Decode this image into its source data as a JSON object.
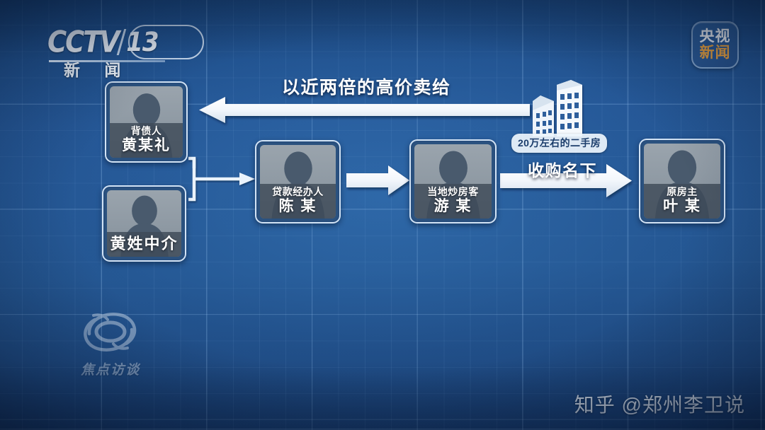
{
  "channel": {
    "logo_text": "CCTV",
    "logo_number": "13",
    "logo_sub": "新 闻"
  },
  "news_badge": {
    "line1": "央视",
    "line2": "新闻",
    "color_line2": "#f2a53c"
  },
  "diagram": {
    "title_label": "以近两倍的高价卖给",
    "acquire_label": "收购名下",
    "house_label": "20万左右的二手房",
    "house_icon": "building-icon",
    "cards": [
      {
        "role": "背债人",
        "name": "黄某礼",
        "single": false
      },
      {
        "role": "",
        "name": "黄姓中介",
        "single": true
      },
      {
        "role": "贷款经办人",
        "name": "陈 某",
        "single": false
      },
      {
        "role": "当地炒房客",
        "name": "游 某",
        "single": false
      },
      {
        "role": "原房主",
        "name": "叶 某",
        "single": false
      }
    ]
  },
  "watermarks": {
    "program": "焦点访谈",
    "program_icon": "focus-swirl-icon",
    "zhihu": "知乎 @郑州李卫说"
  },
  "colors": {
    "background": "#24558f",
    "arrow": "#f0f5fb",
    "card_border": "#e1f0ff",
    "accent_orange": "#f2a53c"
  }
}
